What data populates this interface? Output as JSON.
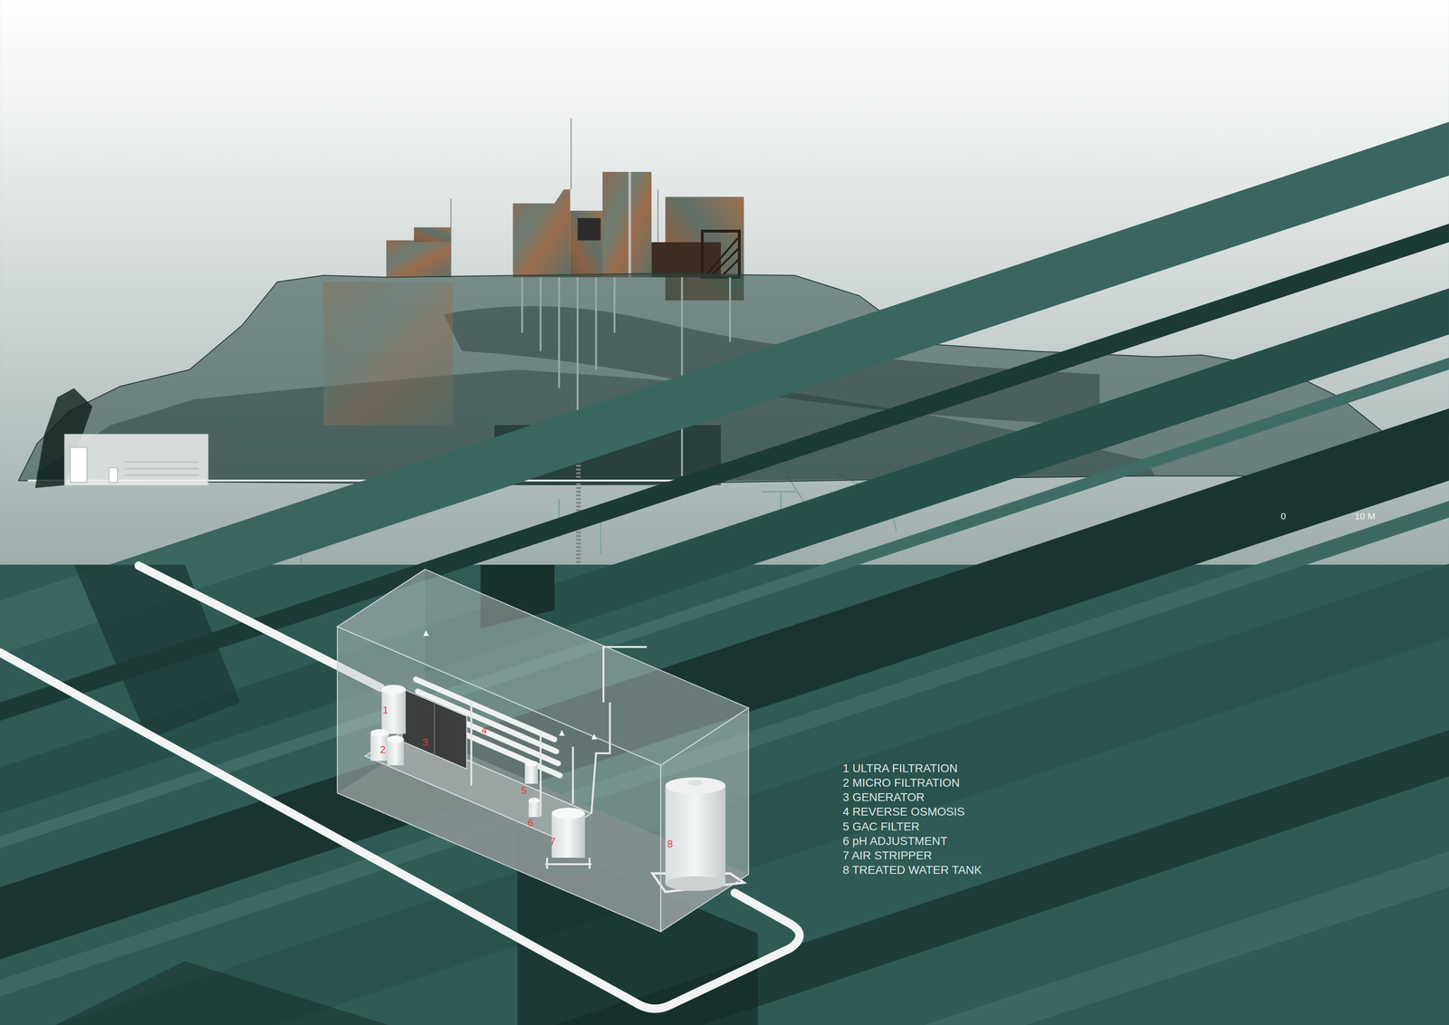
{
  "diagram": {
    "labels": [
      "0",
      "10 M",
      "1",
      "2",
      "3",
      "4",
      "5",
      "6",
      "7",
      "8",
      "1 ULTRA FILTRATION",
      "2 MICRO FILTRATION",
      "3 GENERATOR",
      "4 REVERSE OSMOSIS",
      "5 GAC FILTER",
      "6 pH ADJUSTMENT",
      "7 AIR STRIPPER",
      "8 TREATED WATER TANK"
    ]
  }
}
